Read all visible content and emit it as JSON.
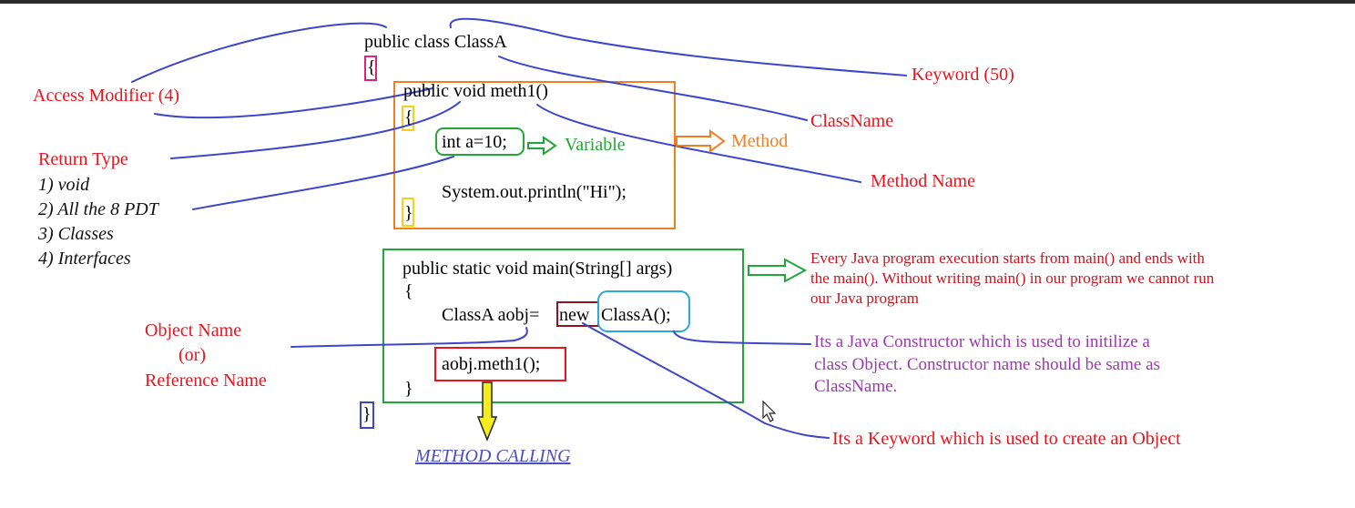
{
  "code": {
    "class_decl": "public class ClassA",
    "class_open": "{",
    "method_decl": "public void meth1()",
    "method_open": "{",
    "variable": "int a=10;",
    "print_stmt": "System.out.println(\"Hi\");",
    "method_close": "}",
    "main_decl": "public static void main(String[] args)",
    "main_open": "{",
    "obj_decl_prefix": "ClassA aobj=",
    "new_keyword": "new",
    "constructor": "ClassA();",
    "method_call": "aobj.meth1();",
    "main_close": "}",
    "class_close": "}"
  },
  "labels": {
    "access_modifier": "Access Modifier (4)",
    "keyword": "Keyword (50)",
    "classname": "ClassName",
    "method_name": "Method Name",
    "return_type": "Return Type",
    "return_types": [
      "1) void",
      "2) All the 8 PDT",
      "3) Classes",
      "4) Interfaces"
    ],
    "variable": "Variable",
    "method": "Method",
    "object_name": "Object Name",
    "or": "(or)",
    "reference_name": "Reference Name",
    "method_calling": "METHOD CALLING"
  },
  "notes": {
    "main_note": "Every Java program execution starts from main() and ends with the main(). Without writing main() in our program we cannot run our Java program",
    "constructor_note": "Its a Java Constructor which is used to initilize a class Object. Constructor name should be same as ClassName.",
    "new_note": "Its a Keyword which is used to create an  Object"
  },
  "colors": {
    "red": "#e8141e",
    "green": "#21a637",
    "orange": "#f07e22",
    "purple": "#9b3aae",
    "blue": "#3d46c8",
    "yellow": "#f5ec1c"
  }
}
